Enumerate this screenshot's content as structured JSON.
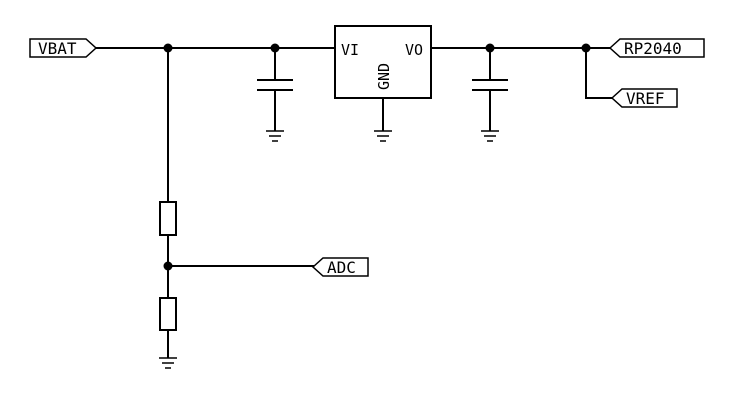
{
  "labels": {
    "vbat": "VBAT",
    "rp2040": "RP2040",
    "vref": "VREF",
    "adc": "ADC"
  },
  "regulator": {
    "pin_in": "VI",
    "pin_out": "VO",
    "pin_gnd": "GND"
  }
}
